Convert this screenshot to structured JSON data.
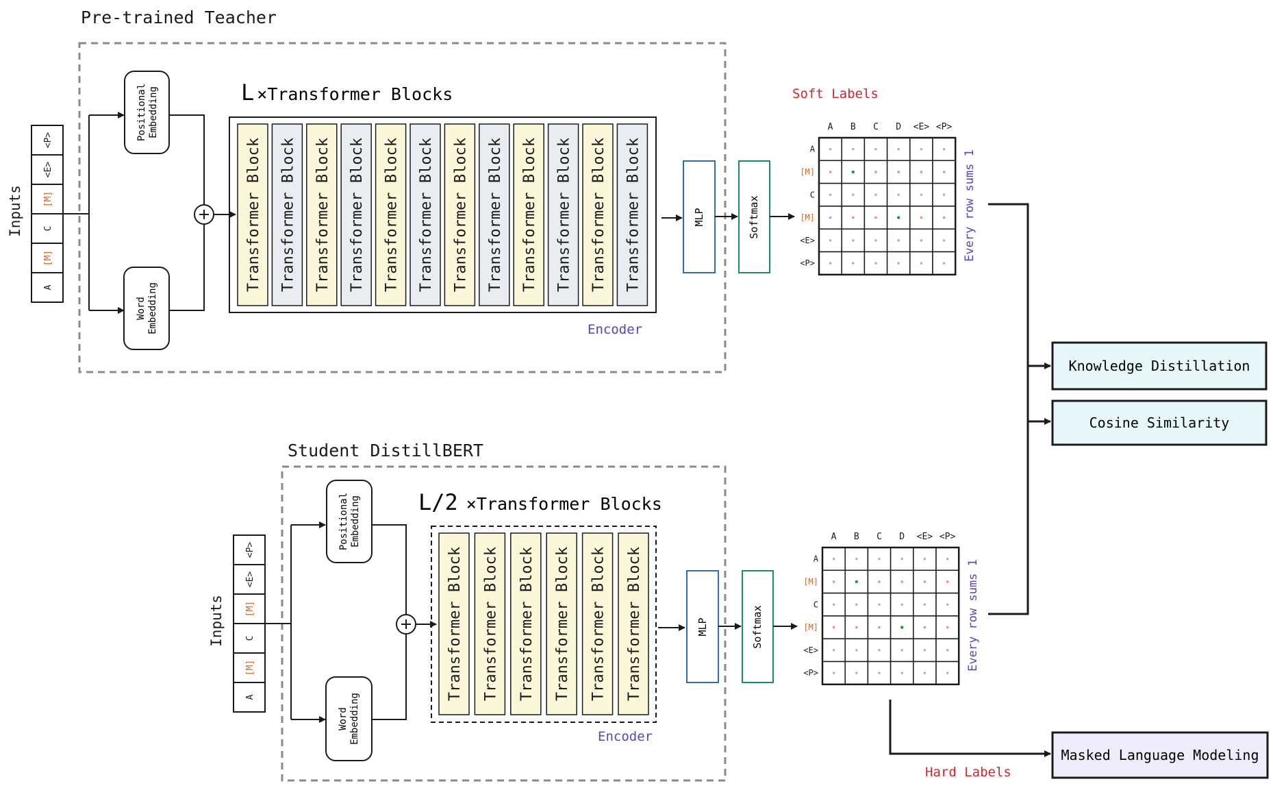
{
  "teacher": {
    "title": "Pre-trained Teacher",
    "inputs_label": "Inputs",
    "input_tokens": [
      "A",
      "[M]",
      "C",
      "[M]",
      "<E>",
      "<P>"
    ],
    "positional_embedding": "Positional Embedding",
    "word_embedding": "Word Embedding",
    "blocks_heading_L": "L",
    "blocks_heading_rest": "×Transformer Blocks",
    "block_label": "Transformer Block",
    "block_count": 12,
    "encoder_label": "Encoder",
    "mlp_label": "MLP",
    "softmax_label": "Softmax",
    "labels_title": "Soft Labels",
    "row_note": "Every row sums 1"
  },
  "student": {
    "title": "Student DistillBERT",
    "inputs_label": "Inputs",
    "input_tokens": [
      "A",
      "[M]",
      "C",
      "[M]",
      "<E>",
      "<P>"
    ],
    "positional_embedding": "Positional Embedding",
    "word_embedding": "Word Embedding",
    "blocks_heading_L": "L/2",
    "blocks_heading_rest": "×Transformer Blocks",
    "block_label": "Transformer Block",
    "block_count": 6,
    "encoder_label": "Encoder",
    "mlp_label": "MLP",
    "softmax_label": "Softmax",
    "labels_title": "Hard Labels",
    "row_note": "Every row sums 1"
  },
  "matrix": {
    "col_headers": [
      "A",
      "B",
      "C",
      "D",
      "<E>",
      "<P>"
    ],
    "row_headers": [
      "A",
      "[M]",
      "C",
      "[M]",
      "<E>",
      "<P>"
    ],
    "highlight_rows": [
      1,
      3
    ],
    "correct": [
      [
        1,
        1
      ],
      [
        3,
        3
      ]
    ]
  },
  "losses": {
    "knowledge_distillation": "Knowledge Distillation",
    "cosine_similarity": "Cosine Similarity",
    "masked_language_modeling": "Masked Language Modeling"
  },
  "colors": {
    "mask_token": "#e0651b",
    "label_red": "#d3272b",
    "encoder_purple": "#5b3fc4",
    "mlp_blue": "#2e6db4",
    "softmax_green": "#21896a",
    "block_yellow": "#fbf8d9",
    "block_gray": "#e9ecf0",
    "loss_cyan": "#e8f8fa",
    "mlm_lavender": "#efedfb"
  }
}
